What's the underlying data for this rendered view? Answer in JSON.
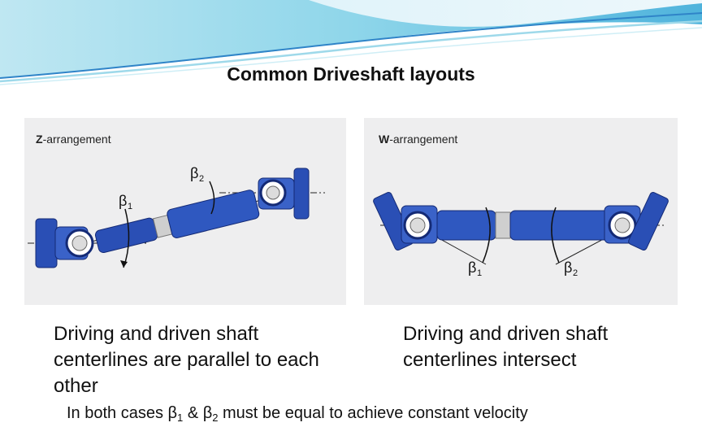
{
  "title": "Common Driveshaft layouts",
  "z_arrangement": {
    "label_bold": "Z",
    "label_rest": "-arrangement",
    "beta1": "β",
    "beta1_sub": "1",
    "beta2": "β",
    "beta2_sub": "2",
    "description": "Driving and driven shaft centerlines are parallel to each other"
  },
  "w_arrangement": {
    "label_bold": "W",
    "label_rest": "-arrangement",
    "beta1": "β",
    "beta1_sub": "1",
    "beta2": "β",
    "beta2_sub": "2",
    "description": "Driving and driven shaft centerlines intersect"
  },
  "footer": {
    "prefix": "In both cases β",
    "sub1": "1",
    "mid": " & β",
    "sub2": "2",
    "suffix": " must be equal to achieve constant velocity"
  },
  "colors": {
    "shaft_blue": "#2a4fb5",
    "shaft_dark": "#142a75",
    "panel_gray": "#eeeeef",
    "wave_teal": "#7fd0e6",
    "wave_blue": "#2f84c8"
  }
}
